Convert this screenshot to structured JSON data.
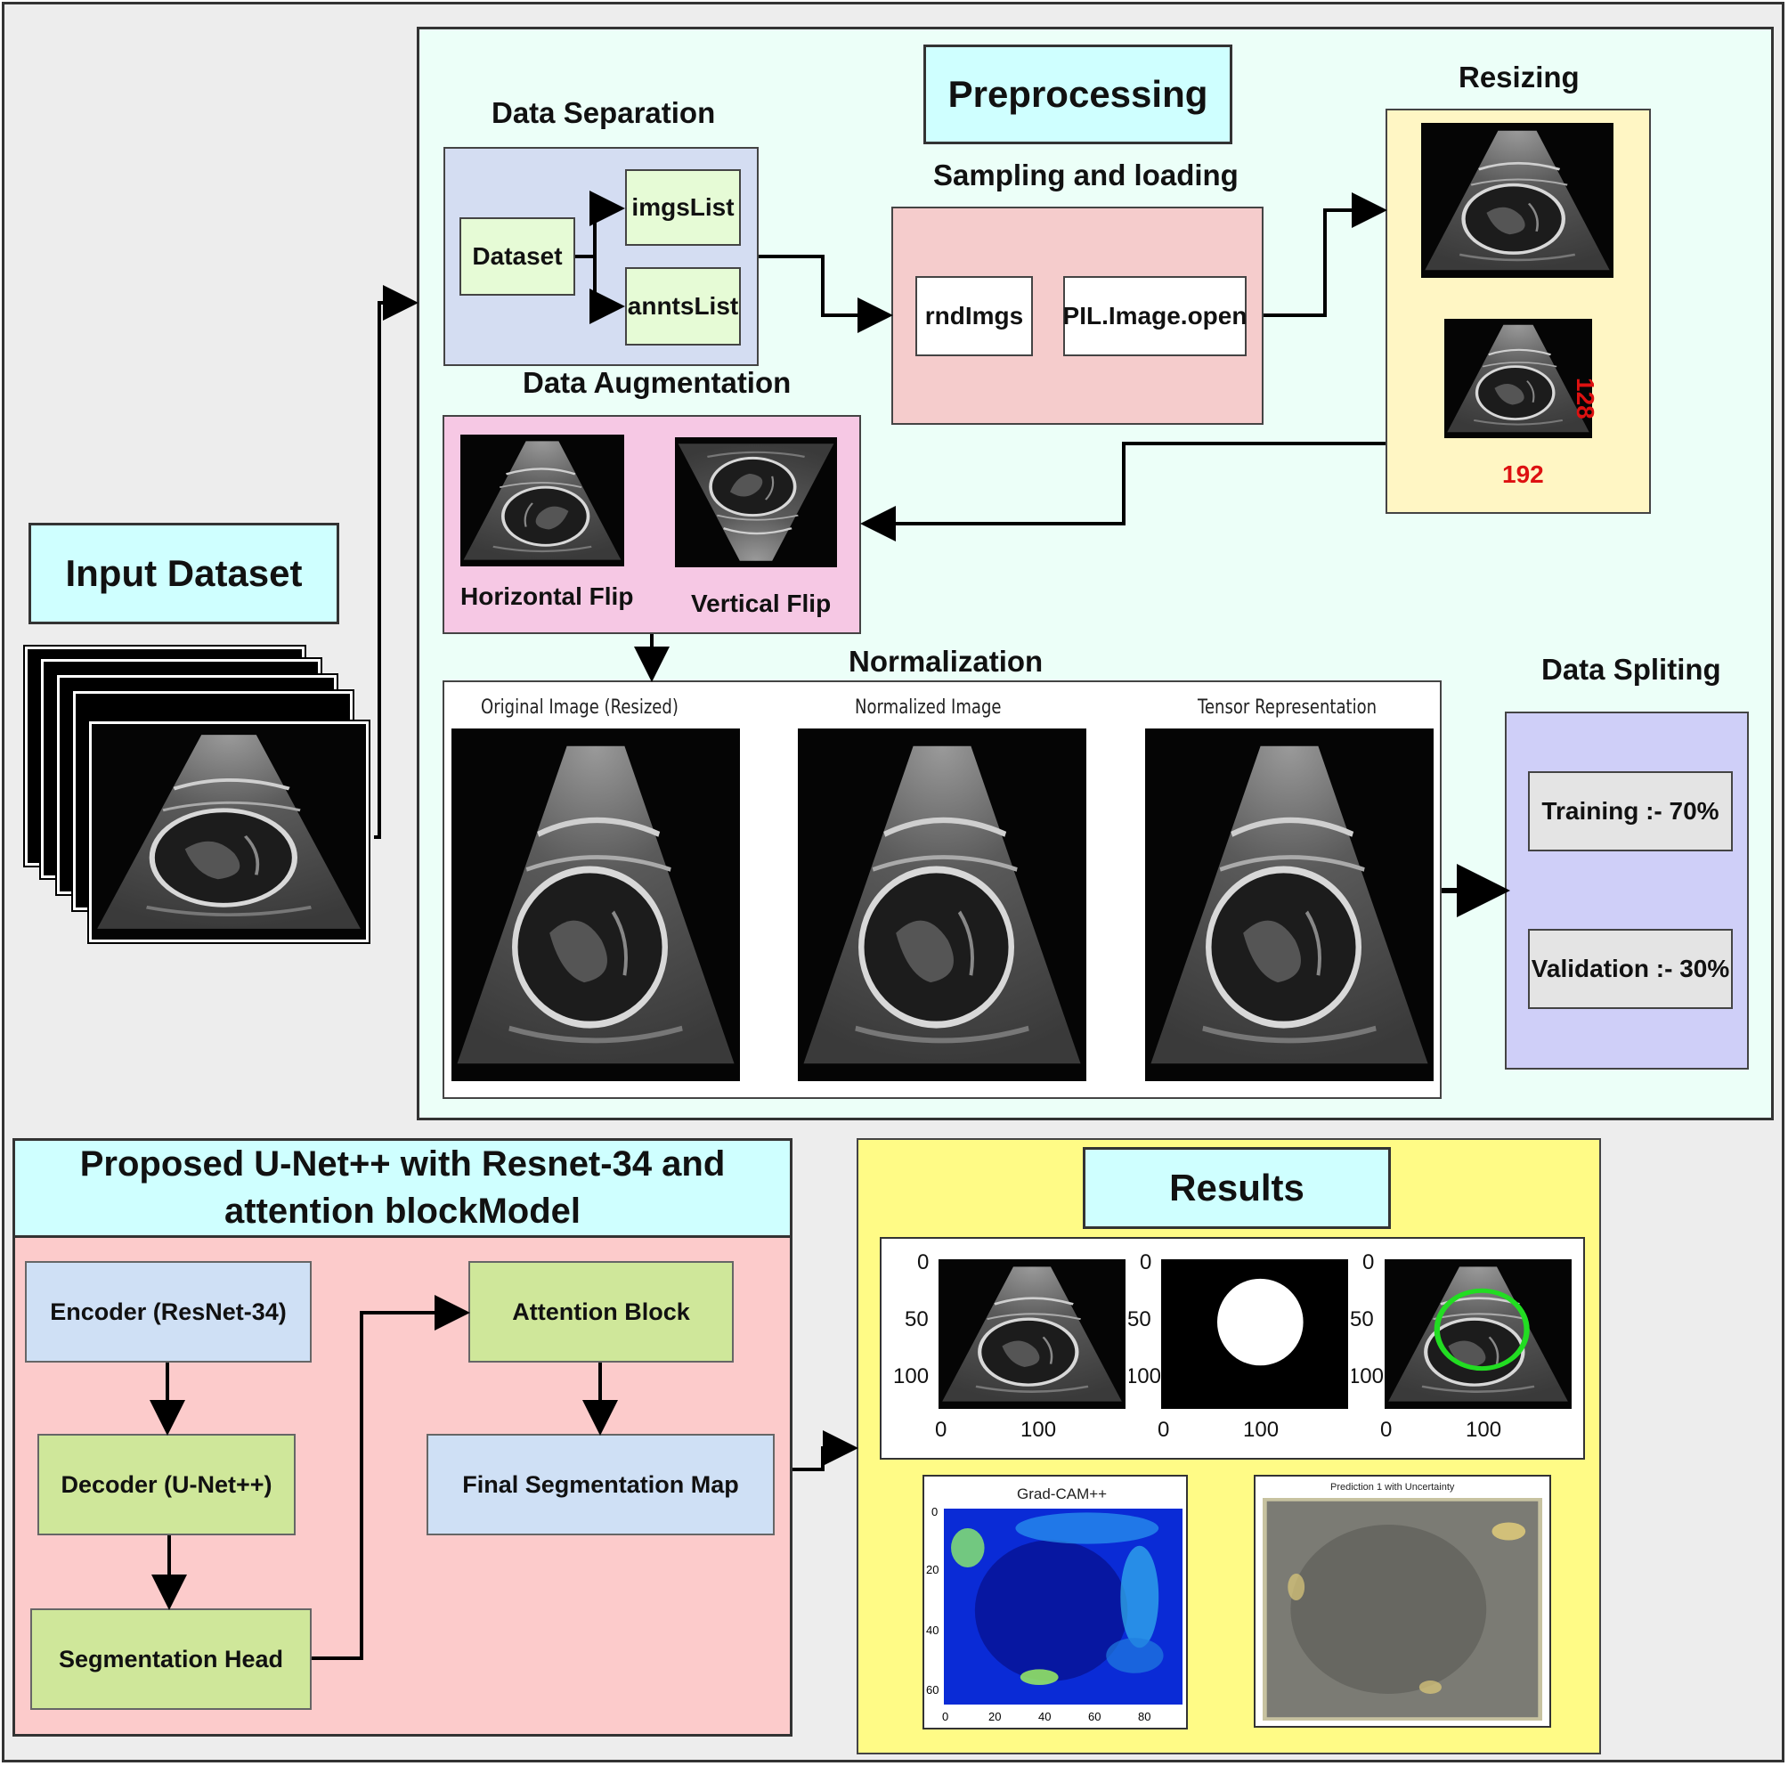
{
  "input": {
    "title": "Input Dataset"
  },
  "preprocessing": {
    "title": "Preprocessing",
    "data_separation": {
      "title": "Data Separation",
      "dataset": "Dataset",
      "imgs": "imgsList",
      "annts": "anntsList"
    },
    "sampling": {
      "title": "Sampling and loading",
      "rnd": "rndImgs",
      "pil": "PIL.Image.open"
    },
    "resizing": {
      "title": "Resizing",
      "height": "128",
      "width": "192"
    },
    "augmentation": {
      "title": "Data Augmentation",
      "hflip": "Horizontal Flip",
      "vflip": "Vertical Flip"
    },
    "normalization": {
      "title": "Normalization",
      "captions": [
        "Original Image (Resized)",
        "Normalized Image",
        "Tensor Representation"
      ]
    },
    "splitting": {
      "title": "Data Spliting",
      "training": "Training :- 70%",
      "validation": "Validation :- 30%"
    }
  },
  "model": {
    "title_line1": "Proposed U-Net++ with Resnet-34 and",
    "title_line2": "attention blockModel",
    "encoder": "Encoder (ResNet-34)",
    "decoder": "Decoder (U-Net++)",
    "seg_head": "Segmentation Head",
    "attention": "Attention Block",
    "final_map": "Final Segmentation Map"
  },
  "results": {
    "title": "Results",
    "y_ticks": [
      "0",
      "50",
      "100"
    ],
    "x_ticks": [
      "0",
      "100"
    ],
    "gradcam": {
      "title": "Grad-CAM++",
      "y_ticks": [
        "0",
        "20",
        "40",
        "60"
      ],
      "x_ticks": [
        "0",
        "20",
        "40",
        "60",
        "80"
      ]
    },
    "uncertainty": {
      "title": "Prediction 1 with Uncertainty"
    }
  },
  "colors": {
    "cyan": "#cfffff",
    "mint": "#ecfff8",
    "blue_box": "#d4ddf2",
    "green_box": "#e6fbd6",
    "pink_box": "#f5cccc",
    "yellow_box": "#fff6c4",
    "magenta_box": "#f6c8e4",
    "lavender_box": "#cfcff8",
    "red_text": "#dd1111",
    "model_bg": "#fccbcb",
    "node_blue": "#cfe0f5",
    "node_green": "#cfe79a",
    "results_bg": "#fffb86"
  }
}
